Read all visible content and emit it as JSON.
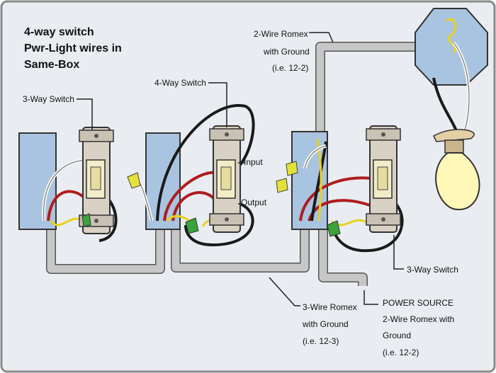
{
  "title": {
    "line1": "4-way switch",
    "line2": "Pwr-Light wires in",
    "line3": "Same-Box"
  },
  "labels": {
    "three_way_left": "3-Way Switch",
    "four_way": "4-Way Switch",
    "input": "Input",
    "output": "Output",
    "two_wire_top": {
      "line1": "2-Wire Romex",
      "line2": "with Ground",
      "line3": "(i.e. 12-2)"
    },
    "three_way_right": "3-Way Switch",
    "three_wire": {
      "line1": "3-Wire Romex",
      "line2": "with Ground",
      "line3": "(i.e. 12-3)"
    },
    "power_source": {
      "line1": "POWER SOURCE",
      "line2": "2-Wire Romex with",
      "line3": "Ground",
      "line4": "(i.e. 12-2)"
    }
  },
  "colors": {
    "background": "#e9edf1",
    "box": "#a9c4e0",
    "cable": "#c7c7c7",
    "hot_black": "#1a1a1a",
    "traveler_red": "#b01c1c",
    "neutral_white": "#f5f5f5",
    "ground_yellow": "#e8d21c",
    "wire_nut_yellow": "#e4e03a",
    "wire_nut_green": "#3aa33a",
    "bulb": "#fff8b8"
  }
}
